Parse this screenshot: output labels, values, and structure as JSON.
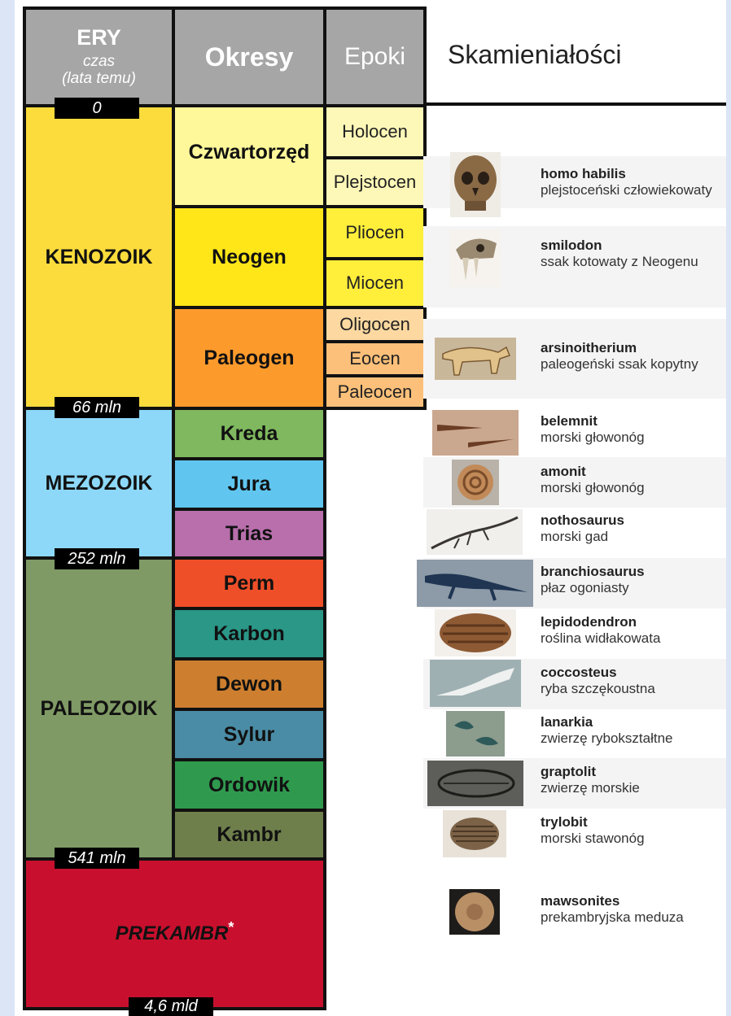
{
  "header": {
    "eras_title": "ERY",
    "eras_subtitle_1": "czas",
    "eras_subtitle_2": "(lata temu)",
    "periods_title": "Okresy",
    "epochs_title": "Epoki",
    "fossils_title": "Skamieniałości"
  },
  "time_marks": [
    "0",
    "66 mln",
    "252 mln",
    "541 mln",
    "4,6 mld"
  ],
  "eras": [
    {
      "name": "KENOZOIK",
      "color": "#fcdc3c"
    },
    {
      "name": "MEZOZOIK",
      "color": "#8dd8f8"
    },
    {
      "name": "PALEOZOIK",
      "color": "#7f9a65"
    },
    {
      "name": "PREKAMBR",
      "note": "*",
      "color": "#c8102e"
    }
  ],
  "periods": [
    {
      "name": "Czwartorzęd",
      "color": "#fef89a"
    },
    {
      "name": "Neogen",
      "color": "#ffe619"
    },
    {
      "name": "Paleogen",
      "color": "#fd9a2c"
    },
    {
      "name": "Kreda",
      "color": "#7fb85e"
    },
    {
      "name": "Jura",
      "color": "#60c6f0"
    },
    {
      "name": "Trias",
      "color": "#b86fac"
    },
    {
      "name": "Perm",
      "color": "#ef4f28"
    },
    {
      "name": "Karbon",
      "color": "#2a9787"
    },
    {
      "name": "Dewon",
      "color": "#cd7f2f"
    },
    {
      "name": "Sylur",
      "color": "#4a8ca5"
    },
    {
      "name": "Ordowik",
      "color": "#2f9a4e"
    },
    {
      "name": "Kambr",
      "color": "#6f7f4c"
    }
  ],
  "epochs": [
    {
      "name": "Holocen",
      "color": "#fef8b8"
    },
    {
      "name": "Plejstocen",
      "color": "#fef8b8"
    },
    {
      "name": "Pliocen",
      "color": "#ffee3a"
    },
    {
      "name": "Miocen",
      "color": "#ffee3a"
    },
    {
      "name": "Oligocen",
      "color": "#fdd9a1"
    },
    {
      "name": "Eocen",
      "color": "#fdc07a"
    },
    {
      "name": "Paleocen",
      "color": "#fdc07a"
    }
  ],
  "fossils": [
    {
      "name": "homo habilis",
      "desc": "plejstoceński człowiekowaty"
    },
    {
      "name": "smilodon",
      "desc": "ssak kotowaty z Neogenu"
    },
    {
      "name": "arsinoitherium",
      "desc": "paleogeński ssak kopytny"
    },
    {
      "name": "belemnit",
      "desc": "morski głowonóg"
    },
    {
      "name": "amonit",
      "desc": "morski głowonóg"
    },
    {
      "name": "nothosaurus",
      "desc": "morski gad"
    },
    {
      "name": "branchiosaurus",
      "desc": "płaz ogoniasty"
    },
    {
      "name": "lepidodendron",
      "desc": "roślina widłakowata"
    },
    {
      "name": "coccosteus",
      "desc": "ryba szczękoustna"
    },
    {
      "name": "lanarkia",
      "desc": "zwierzę rybokształtne"
    },
    {
      "name": "graptolit",
      "desc": "zwierzę morskie"
    },
    {
      "name": "trylobit",
      "desc": "morski stawonóg"
    },
    {
      "name": "mawsonites",
      "desc": "prekambryjska meduza"
    }
  ]
}
